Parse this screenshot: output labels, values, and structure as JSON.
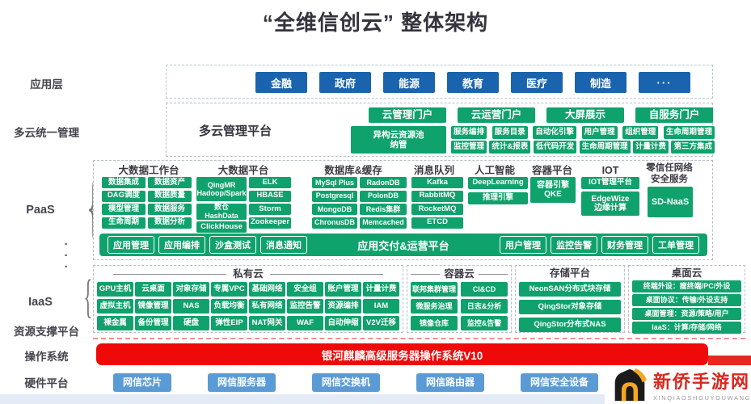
{
  "title": "“全维信创云” 整体架构",
  "colors": {
    "green": "#10a26c",
    "dark_blue": "#1a64af",
    "light_blue": "#5b9bd5",
    "red": "#ef0909",
    "logo_red": "#d8281e",
    "logo_orange": "#f5a623"
  },
  "labels": {
    "app": "应用层",
    "multicloud": "多云统一管理",
    "paas": "PaaS",
    "iaas": "IaaS",
    "resource": "资源支撑平台",
    "os": "操作系统",
    "hardware": "硬件平台"
  },
  "app": {
    "items": [
      "金融",
      "政府",
      "能源",
      "教育",
      "医疗",
      "制造",
      "···"
    ]
  },
  "mc": {
    "platform": "多云管理平台",
    "portals": [
      "云管理门户",
      "云运营门户",
      "大屏展示",
      "自服务门户"
    ],
    "tall": "异构云资源池\n纳管",
    "row1": [
      "服务编排",
      "服务目录",
      "自动化引擎",
      "用户管理",
      "组织管理",
      "生命周期管理"
    ],
    "row2": [
      "监控管理",
      "统计&报表",
      "低代码开发",
      "生命周期管理",
      "计量计费",
      "第三方集成"
    ]
  },
  "paas": {
    "g1": {
      "title": "大数据工作台",
      "col1": [
        "数据集成",
        "DAG调度",
        "模型管理",
        "生命周期"
      ],
      "col2": [
        "数据资产",
        "数据质量",
        "数据服务",
        "数据分析"
      ]
    },
    "g2": {
      "title": "大数据平台",
      "col1": [
        "QingMR\nHadoop/Spark",
        "数仓\nHashData",
        "ClickHouse"
      ],
      "col2": [
        "ELK",
        "HBASE",
        "Storm",
        "Zookeeper"
      ]
    },
    "g3": {
      "title": "数据库&缓存",
      "col1": [
        "MySql Plus",
        "Postgresql",
        "MongoDB",
        "ChronusDB"
      ],
      "col2": [
        "RadonDB",
        "PolonDB",
        "Redis集群",
        "Memcached"
      ]
    },
    "g4": {
      "title": "消息队列",
      "items": [
        "Kafka",
        "RabbitMQ",
        "RocketMQ",
        "ETCD"
      ]
    },
    "g5": {
      "title": "人工智能",
      "items": [
        "DeepLearning",
        "推理引擎"
      ]
    },
    "g6": {
      "title": "容器平台",
      "item": "容器引擎\nQKE"
    },
    "g7": {
      "title": "IOT",
      "items": [
        "IOT管理平台",
        "EdgeWize\n边缘计算"
      ]
    },
    "g8": {
      "title": "零信任网络\n安全服务",
      "item": "SD-NaaS"
    },
    "bar": {
      "left": [
        "应用管理",
        "应用编排",
        "沙盒测试",
        "消息通知"
      ],
      "title": "应用交付&运营平台",
      "right": [
        "用户管理",
        "监控告警",
        "财务管理",
        "工单管理"
      ]
    }
  },
  "iaas": {
    "pc": {
      "title": "私有云",
      "rows": [
        [
          "GPU主机",
          "云桌面",
          "对象存储",
          "专属VPC",
          "基础网络",
          "安全组",
          "账户管理",
          "计量计费"
        ],
        [
          "虚拟主机",
          "镜像管理",
          "NAS",
          "负载均衡",
          "私有网络",
          "监控告警",
          "资源编排",
          "IAM"
        ],
        [
          "裸金属",
          "备份管理",
          "硬盘",
          "弹性EIP",
          "NAT网关",
          "WAF",
          "自动伸缩",
          "V2V迁移"
        ]
      ]
    },
    "cc": {
      "title": "容器云",
      "col1": [
        "联邦集群管理",
        "微服务治理",
        "镜像仓库"
      ],
      "col2": [
        "CI&CD",
        "日志&分析",
        "监控&告警"
      ]
    },
    "st": {
      "title": "存储平台",
      "items": [
        "NeonSAN分布式块存储",
        "QingStor对象存储",
        "QingStor分布式NAS"
      ]
    },
    "dt": {
      "title": "桌面云",
      "items": [
        "终端外设：瘦终端/PC/外设",
        "桌面协议：传输/外设支持",
        "桌面管理：资源/策略/用户",
        "IaaS：计算/存储/网络"
      ]
    }
  },
  "os": {
    "bar": "银河麒麟高级服务器操作系统V10"
  },
  "hw": {
    "items": [
      "网信芯片",
      "网信服务器",
      "网信交换机",
      "网信路由器",
      "网信安全设备"
    ]
  },
  "logo": {
    "name": "新侨手游网",
    "sub": "XINQIAOSHOUYOUWANG"
  }
}
